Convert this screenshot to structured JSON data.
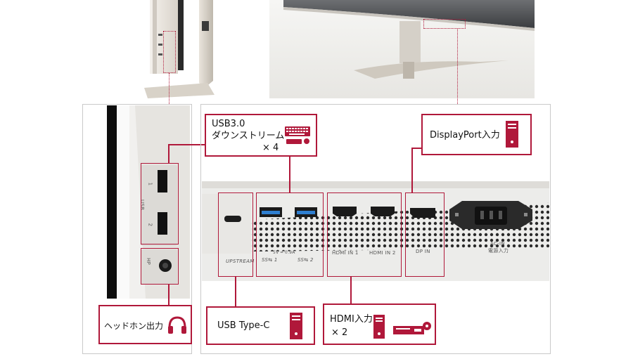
{
  "callouts": {
    "usb_downstream": {
      "line1": "USB3.0",
      "line2": "ダウンストリーム",
      "line3": "× 4"
    },
    "displayport": {
      "label": "DisplayPort入力"
    },
    "usb_typec": {
      "label": "USB Type-C"
    },
    "hdmi": {
      "line1": "HDMI入力",
      "line2": "× 2"
    },
    "headphone": {
      "label": "ヘッドホン出力"
    }
  },
  "panel_labels": {
    "upstream": "UPSTREAM",
    "usb_left": "SS⇆ 1",
    "usb_right": "SS⇆ 2",
    "usb_power": "5V ═ 0.9A",
    "hdmi1": "HDMI IN 1",
    "hdmi2": "HDMI IN 2",
    "dp": "DP IN",
    "ac_in": "AC-IN",
    "ac_in_jp": "電源入力",
    "side_usb": "USB",
    "side_usb_num1": "1",
    "side_usb_num2": "2",
    "side_hp": "HP"
  },
  "colors": {
    "accent": "#b0183a",
    "frame": "#c9c9c9",
    "usb_blue": "#2f7fd0"
  }
}
